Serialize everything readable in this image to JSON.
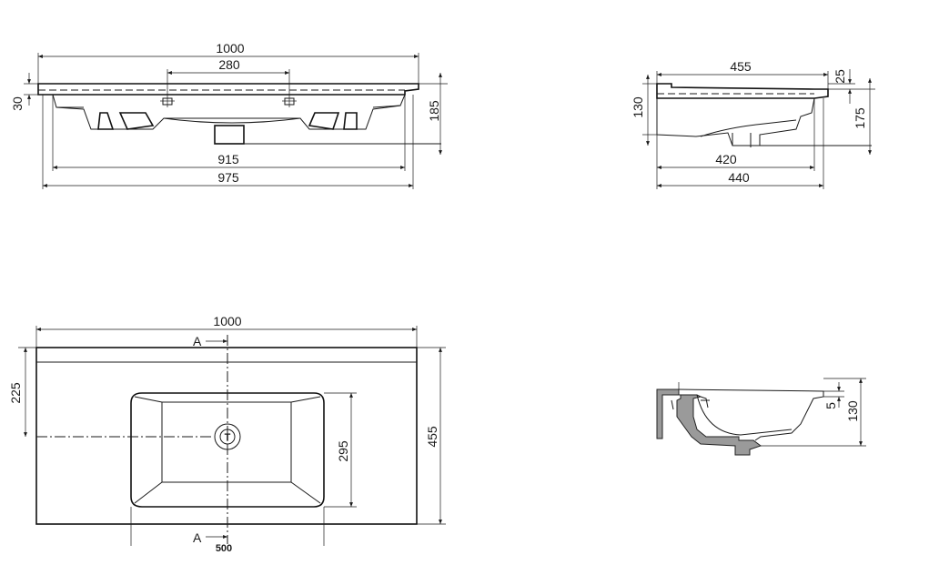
{
  "front_view": {
    "overall_width": "1000",
    "tap_spacing": "280",
    "slab_thickness": "30",
    "total_height": "185",
    "inner_width": "915",
    "base_width": "975"
  },
  "side_view": {
    "depth": "455",
    "lip": "25",
    "body_height": "130",
    "total_height": "175",
    "bottom_depth": "420",
    "outer_depth": "440"
  },
  "top_view": {
    "overall_width": "1000",
    "section_marker_top": "A",
    "section_marker_bottom": "A",
    "drain_offset": "225",
    "bowl_height": "295",
    "overall_depth": "455",
    "bowl_position": "500"
  },
  "section_view": {
    "rim": "5",
    "height": "130"
  }
}
